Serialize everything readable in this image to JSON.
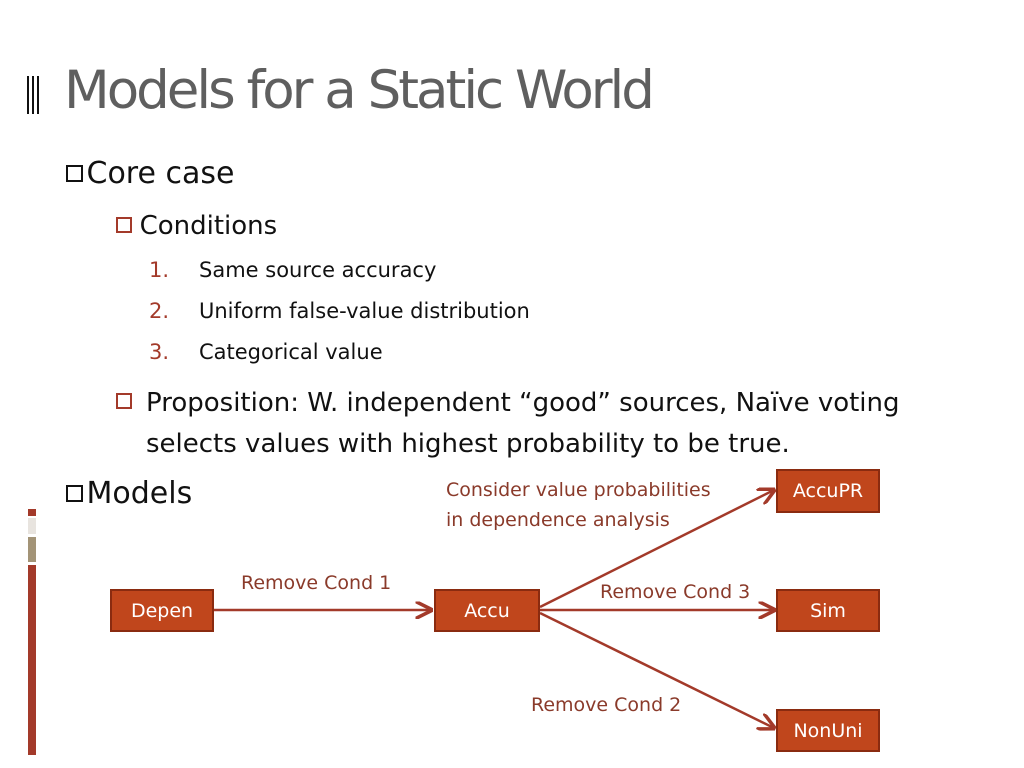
{
  "slide": {
    "title": "Models for a Static World",
    "core_case": "Core case",
    "conditions": "Conditions",
    "condition_items": [
      {
        "num": "1.",
        "text": "Same source accuracy"
      },
      {
        "num": "2.",
        "text": "Uniform false-value distribution"
      },
      {
        "num": "3.",
        "text": "Categorical value"
      }
    ],
    "proposition": "Proposition: W. independent “good” sources, Naïve voting selects values with highest probability to be true.",
    "models": "Models"
  },
  "diagram": {
    "nodes": {
      "depen": "Depen",
      "accu": "Accu",
      "accupr": "AccuPR",
      "sim": "Sim",
      "nonuni": "NonUni"
    },
    "edges": {
      "depen_accu": "Remove Cond 1",
      "accu_accupr_line1": "Consider value probabilities",
      "accu_accupr_line2": "in dependence analysis",
      "accu_sim": "Remove Cond 3",
      "accu_nonuni": "Remove Cond 2"
    }
  },
  "colors": {
    "accent": "#a33a2a",
    "node_fill": "#c0461c",
    "title": "#5f5f5f"
  }
}
